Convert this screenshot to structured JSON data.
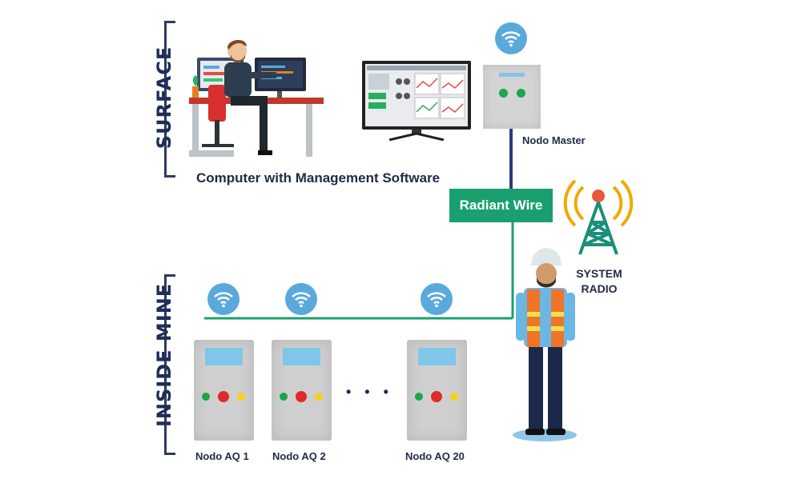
{
  "sections": {
    "surface": "SURFACE",
    "inside_mine": "INSIDE MINE"
  },
  "labels": {
    "computer": "Computer with Management Software",
    "nodo_master": "Nodo Master",
    "radiant_wire": "Radiant Wire",
    "system_radio_line1": "SYSTEM",
    "system_radio_line2": "RADIO",
    "ellipsis": "• • •"
  },
  "nodes": [
    {
      "label": "Nodo AQ 1"
    },
    {
      "label": "Nodo AQ 2"
    },
    {
      "label": "Nodo AQ 20"
    }
  ],
  "colors": {
    "bracket": "#2e3b5c",
    "section_text": "#1f2d59",
    "radiant_wire": "#1aa06f",
    "wifi_badge": "#5aa9dd",
    "radio_tower": "#1a8f7a",
    "radio_waves": "#f0a800",
    "node_led_green": "#1aa64a",
    "node_led_red": "#e12a2a",
    "node_led_yellow": "#f2d21e"
  }
}
